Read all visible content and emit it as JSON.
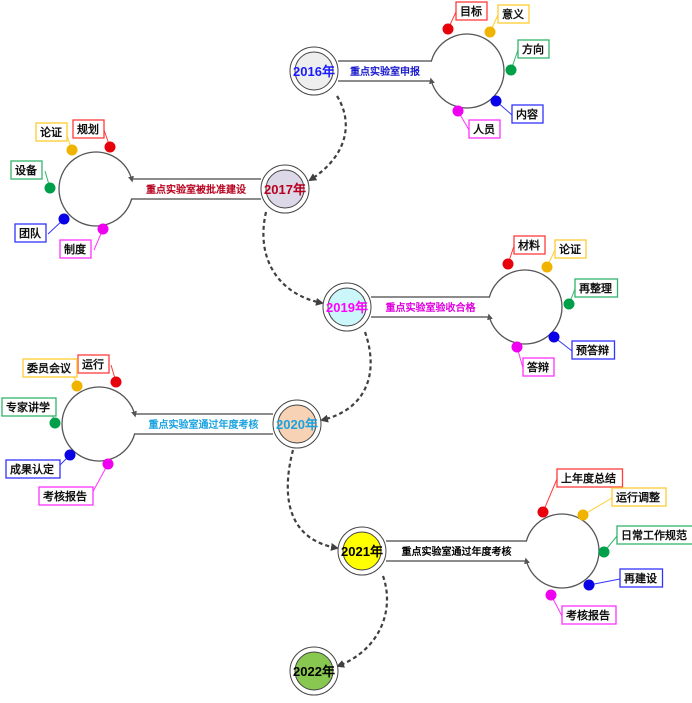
{
  "title": "重点实验室发展历程",
  "colors": {
    "red": "#e8000b",
    "orange": "#f0b400",
    "green": "#00a04a",
    "blue": "#0a00e8",
    "magenta": "#f000f0",
    "box_red": "#ff3b3b",
    "box_orange": "#ffcc33",
    "box_green": "#33b36b",
    "box_blue": "#3333ff",
    "box_magenta": "#ff33ff"
  },
  "stages": [
    {
      "year": "2016年",
      "year_color": "#1a1aff",
      "fill": "#eeeeee",
      "description": "重点实验室申报",
      "desc_color": "#1a1acc",
      "items": [
        "目标",
        "意义",
        "方向",
        "内容",
        "人员"
      ]
    },
    {
      "year": "2017年",
      "year_color": "#b8001e",
      "fill": "#dcd8e8",
      "description": "重点实验室被批准建设",
      "desc_color": "#b8001e",
      "items": [
        "规划",
        "论证",
        "设备",
        "团队",
        "制度"
      ]
    },
    {
      "year": "2019年",
      "year_color": "#ff00ff",
      "fill": "#ccf7fa",
      "description": "重点实验室验收合格",
      "desc_color": "#e000e0",
      "items": [
        "材料",
        "论证",
        "再整理",
        "预答辩",
        "答辩"
      ]
    },
    {
      "year": "2020年",
      "year_color": "#1aa3e0",
      "fill": "#f7d2b4",
      "description": "重点实验室通过年度考核",
      "desc_color": "#1aa3e0",
      "items": [
        "运行",
        "委员会议",
        "专家讲学",
        "成果认定",
        "考核报告"
      ]
    },
    {
      "year": "2021年",
      "year_color": "#000000",
      "fill": "#ffff00",
      "description": "重点实验室通过年度考核",
      "desc_color": "#000000",
      "items": [
        "上年度总结",
        "运行调整",
        "日常工作规范",
        "再建设",
        "考核报告"
      ]
    },
    {
      "year": "2022年",
      "year_color": "#000000",
      "fill": "#88c850",
      "description": "",
      "desc_color": "#000000",
      "items": []
    }
  ]
}
